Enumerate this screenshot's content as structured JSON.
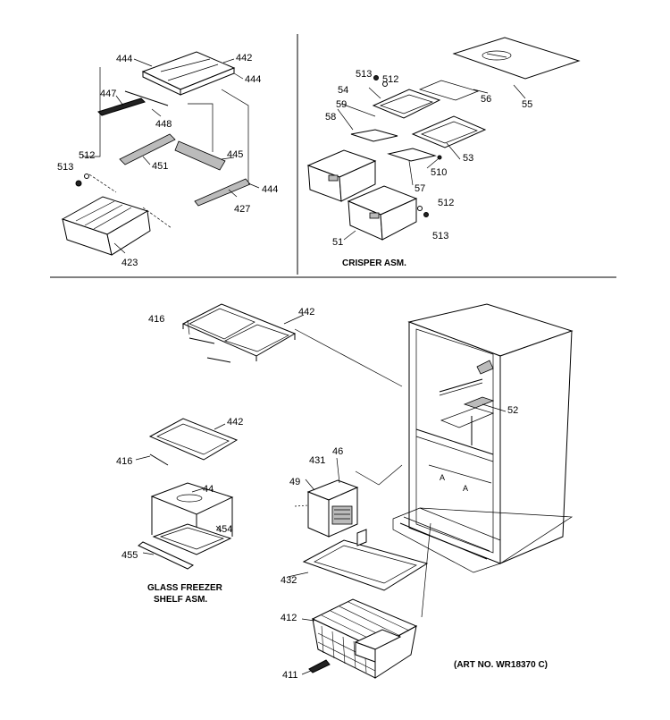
{
  "labels": {
    "p444a": "444",
    "p442a": "442",
    "p444b": "444",
    "p447": "447",
    "p448": "448",
    "p512a": "512",
    "p513a": "513",
    "p451": "451",
    "p445": "445",
    "p444c": "444",
    "p427": "427",
    "p423": "423",
    "p513b": "513",
    "p512b": "512",
    "p54": "54",
    "p59": "59",
    "p58": "58",
    "p56": "56",
    "p55": "55",
    "p53": "53",
    "p510": "510",
    "p57": "57",
    "p512c": "512",
    "p513c": "513",
    "p51": "51",
    "p416a": "416",
    "p442b": "442",
    "p442c": "442",
    "p416b": "416",
    "p44": "44",
    "p454": "454",
    "p455": "455",
    "p52": "52",
    "p431": "431",
    "p46": "46",
    "p49": "49",
    "p432": "432",
    "p412": "412",
    "p411": "411"
  },
  "captions": {
    "crisper": "CRISPER ASM.",
    "glass_line1": "GLASS FREEZER",
    "glass_line2": "SHELF ASM.",
    "art_no": "(ART NO. WR18370 C)"
  }
}
